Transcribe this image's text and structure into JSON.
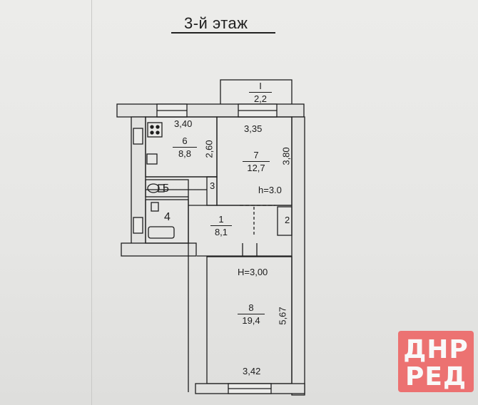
{
  "title": "3-й этаж",
  "rooms": [
    {
      "id": "I",
      "number": "I",
      "area": "2,2"
    },
    {
      "id": "6",
      "number": "6",
      "area": "8,8"
    },
    {
      "id": "7",
      "number": "7",
      "area": "12,7"
    },
    {
      "id": "1",
      "number": "1",
      "area": "8,1"
    },
    {
      "id": "8",
      "number": "8",
      "area": "19,4"
    }
  ],
  "small_rooms": {
    "r2": "2",
    "r3": "3",
    "r4": "4",
    "r5": "5"
  },
  "dimensions": {
    "kitchen_width": "3,40",
    "kitchen_depth": "2,60",
    "room7_width": "3,35",
    "room7_depth": "3,80",
    "room8_depth": "5,67",
    "room8_width": "3,42"
  },
  "heights": {
    "room7": "h=3.0",
    "main": "H=3,00"
  },
  "logo": {
    "line1": "ДНР",
    "line2": "РЕД",
    "color": "#ef5a5a"
  },
  "colors": {
    "paper": "#e9e9e7",
    "ink": "#1c1c1c"
  }
}
